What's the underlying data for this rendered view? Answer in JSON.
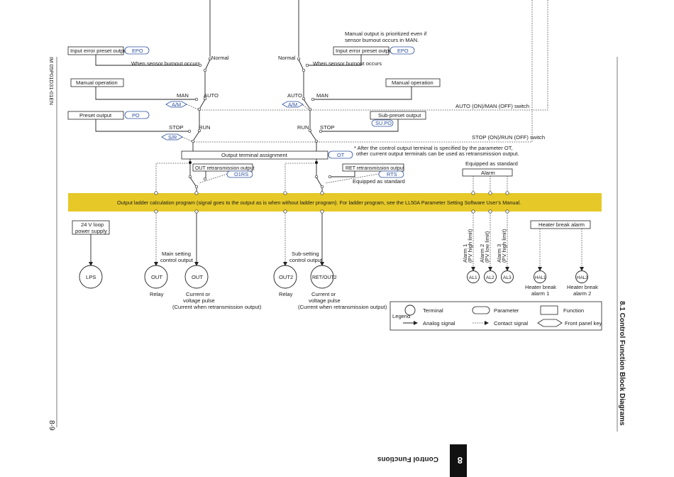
{
  "page": {
    "doc_id": "IM 05P01D31-01EN",
    "page_number": "8-9",
    "section_title": "8.1  Control Function Block Diagrams",
    "chapter_title": "Control Functions",
    "chapter_number": "8"
  },
  "notes": {
    "manual_prioritized": "Manual output is prioritized even if",
    "manual_prioritized_2": "sensor burnout occurs in MAN.",
    "asterisk_note_1": "* After the control output terminal is specified by the parameter OT,",
    "asterisk_note_2": "other current output terminals can be used as retransmission output.",
    "equipped_standard_1": "Equipped as standard",
    "equipped_standard_2": "Equipped as standard"
  },
  "functions": {
    "input_error_preset_1": "Input error preset output",
    "input_error_preset_2": "Input error preset output",
    "manual_operation_1": "Manual operation",
    "manual_operation_2": "Manual operation",
    "preset_output": "Preset output",
    "sub_preset_output": "Sub-preset output",
    "output_terminal_assignment": "Output terminal assignment",
    "out_retrans": "OUT retransmission output",
    "ret_retrans": "RET retransmission output",
    "alarm": "Alarm",
    "loop_power_1": "24 V loop",
    "loop_power_2": "power supply",
    "heater_break_alarm": "Heater break alarm",
    "ladder_program": "Output ladder calculation program (signal goes to the output as is when without ladder program).   For ladder program, see the LL50A Parameter Setting Software User’s Manual."
  },
  "parameters": {
    "epo_1": "EPO",
    "epo_2": "EPO",
    "am_1": "A/M",
    "am_2": "A/M",
    "po": "PO",
    "supo": "SU.PO",
    "sr": "S/R",
    "ot": "OT",
    "o1rs": "O1RS",
    "rts": "RTS"
  },
  "switch_labels": {
    "normal_1": "Normal",
    "normal_2": "Normal",
    "burnout_1": "When sensor burnout occurs",
    "burnout_2": "When sensor burnout occurs",
    "man_1": "MAN",
    "auto_1": "AUTO",
    "auto_2": "AUTO",
    "man_2": "MAN",
    "stop_1": "STOP",
    "run_1": "RUN",
    "run_2": "RUN",
    "stop_2": "STOP",
    "auto_man_switch": "AUTO (ON)/MAN (OFF) switch",
    "stop_run_switch": "STOP (ON)/RUN (OFF) switch"
  },
  "terminals": {
    "lps": "LPS",
    "out_relay": "OUT",
    "out_current": "OUT",
    "out2": "OUT2",
    "ret_out2": "RET/OUT2",
    "al1": "AL1",
    "al2": "AL2",
    "al3": "AL3",
    "hal1": "HAL1",
    "hal2": "HAL2"
  },
  "terminal_captions": {
    "main_setting_1": "Main setting",
    "main_setting_2": "control output",
    "sub_setting_1": "Sub-setting",
    "sub_setting_2": "control output",
    "relay_1": "Relay",
    "relay_2": "Relay",
    "current_1a": "Current or",
    "current_1b": "voltage pulse",
    "current_1c": "(Current when retransmission output)",
    "current_2a": "Current or",
    "current_2b": "voltage pulse",
    "current_2c": "(Current when retransmission output)",
    "heater_break_1a": "Heater break",
    "heater_break_1b": "alarm 1",
    "heater_break_2a": "Heater break",
    "heater_break_2b": "alarm 2"
  },
  "alarm_labels": {
    "alarm1_a": "Alarm 1",
    "alarm1_b": "(PV high limit)",
    "alarm2_a": "Alarm 2",
    "alarm2_b": "(PV low limit)",
    "alarm3_a": "Alarm 3",
    "alarm3_b": "(PV high limit)"
  },
  "legend": {
    "title": "Legend",
    "terminal": "Terminal",
    "parameter": "Parameter",
    "function": "Function",
    "analog": "Analog signal",
    "contact": "Contact signal",
    "front_panel": "Front panel key"
  },
  "colors": {
    "ladder_bar": "#e6c928",
    "parameter_blue": "#2b4f9e",
    "line": "#222222"
  }
}
